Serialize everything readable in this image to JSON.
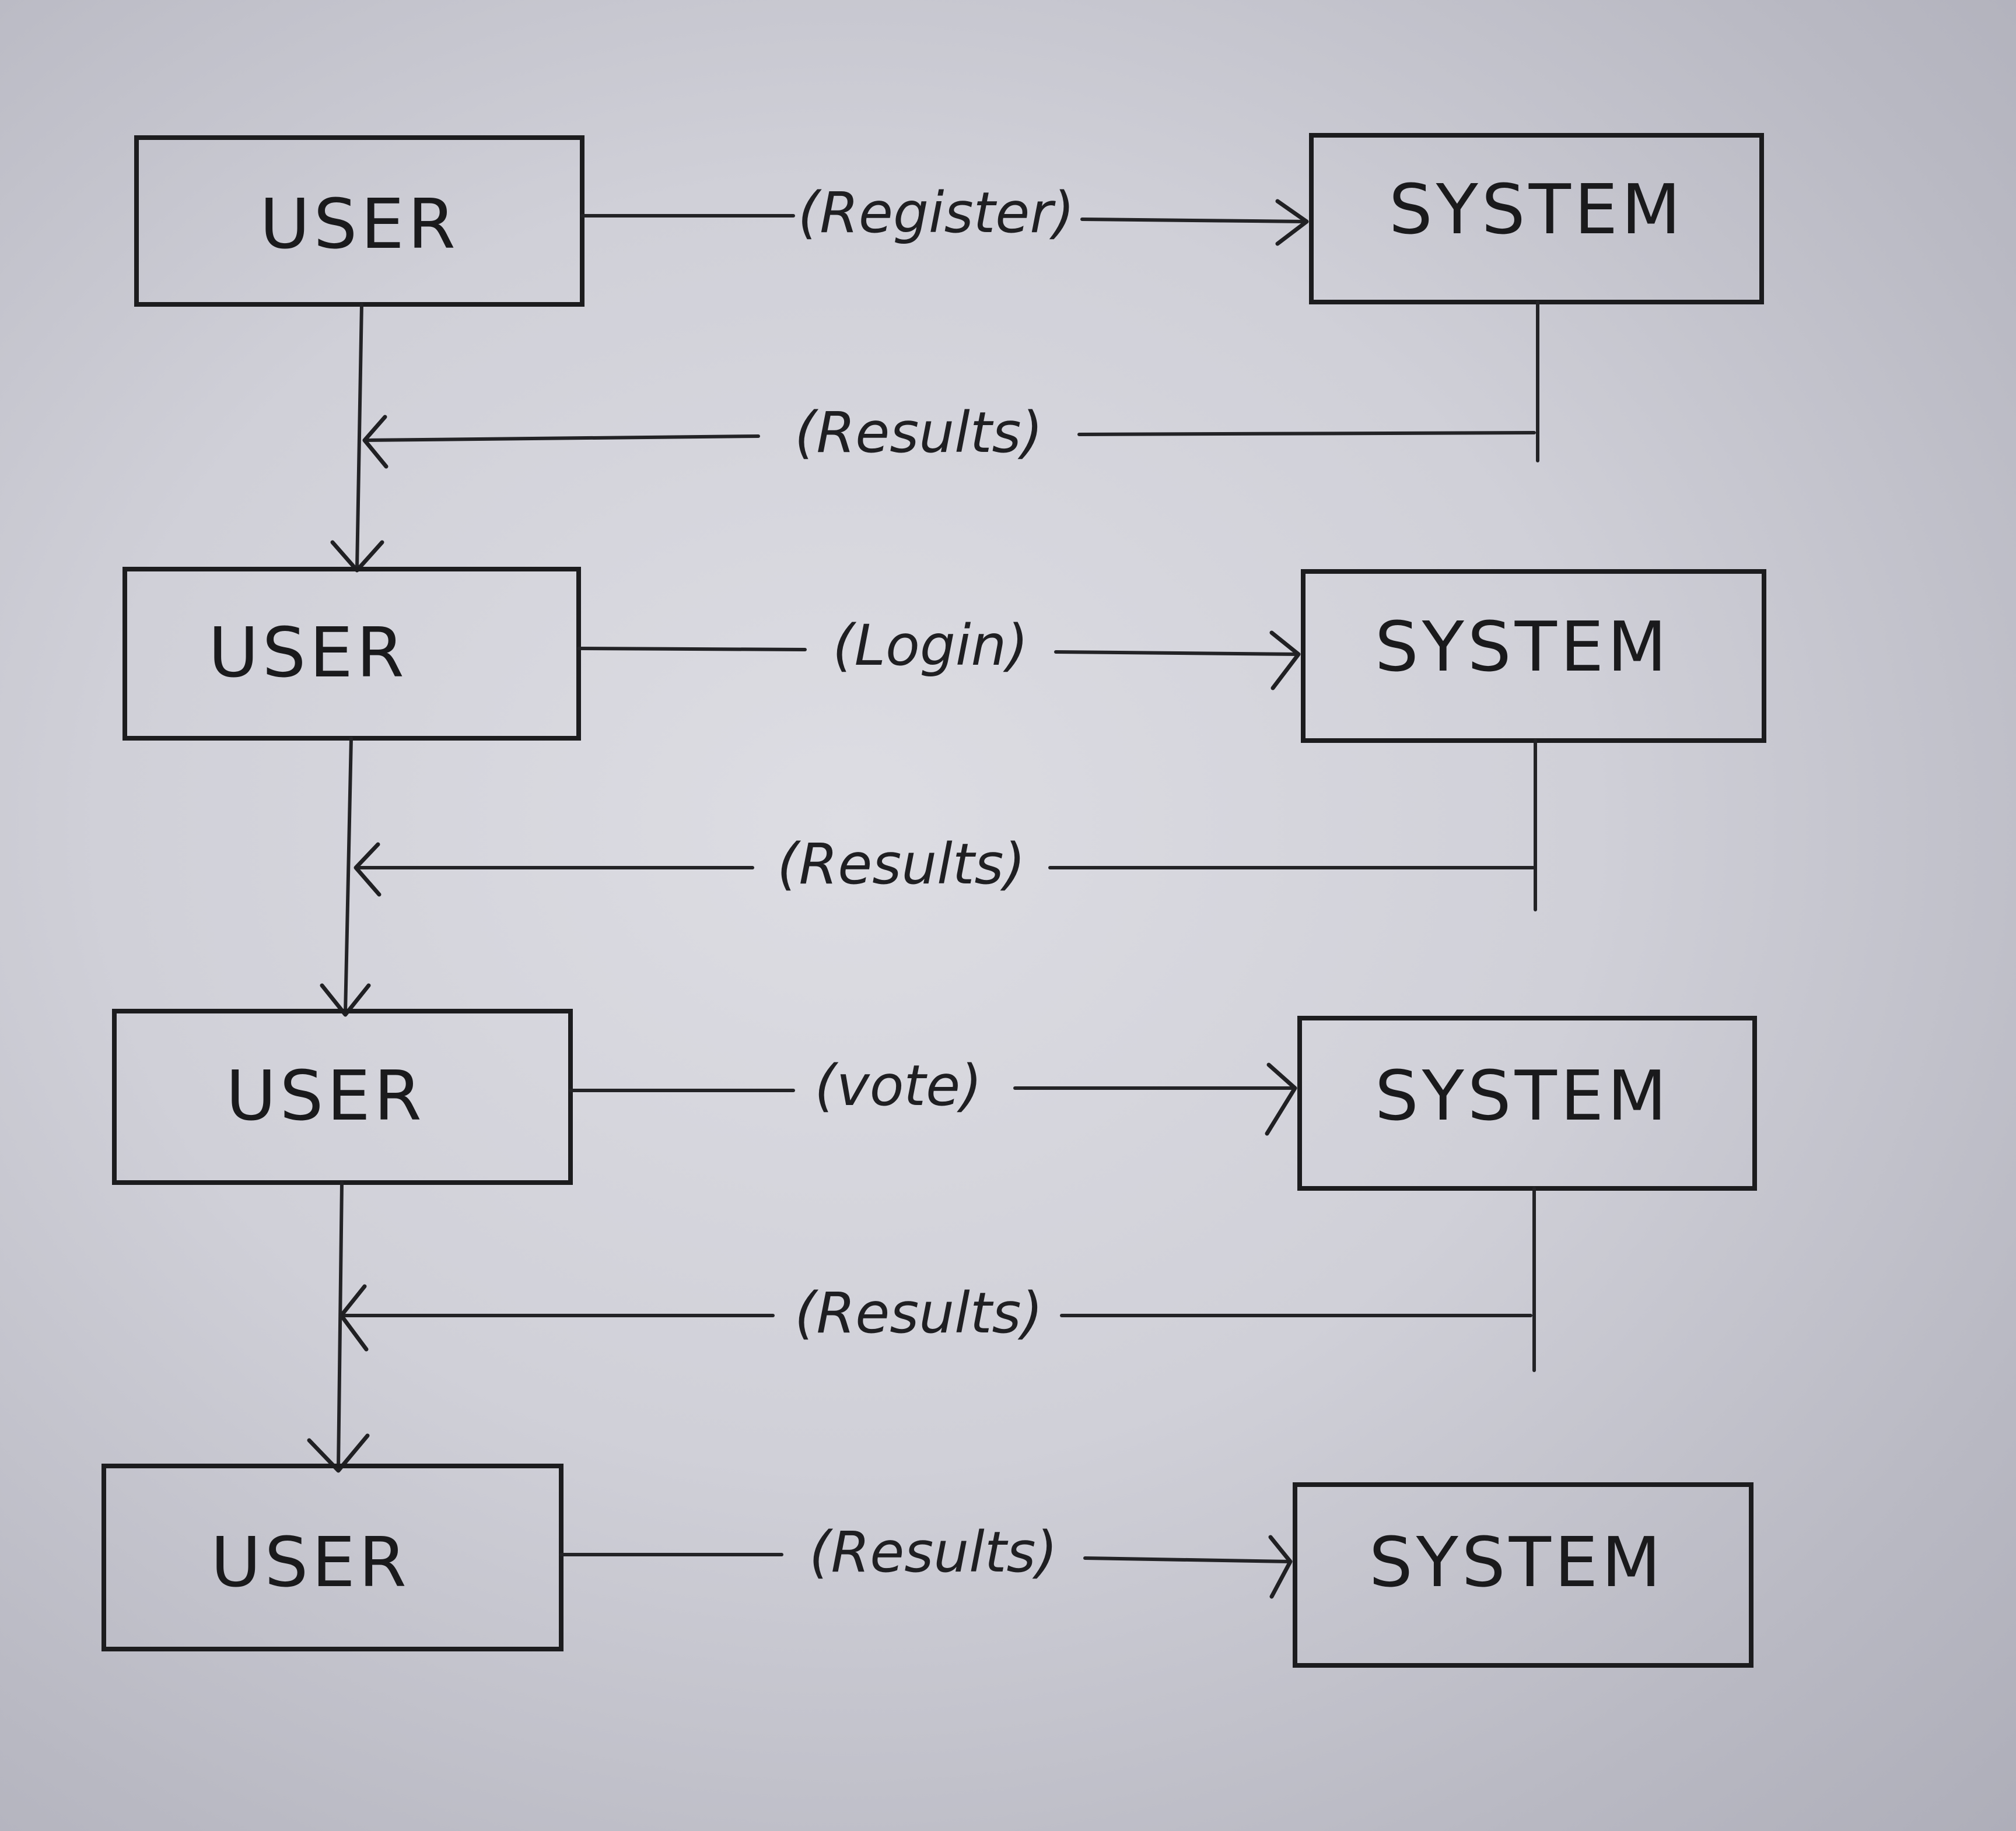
{
  "nodes": {
    "user_label": "USER",
    "system_label": "SYSTEM"
  },
  "rows": [
    {
      "request_label": "(Register)",
      "response_label": "(Results)"
    },
    {
      "request_label": "(Login)",
      "response_label": "(Results)"
    },
    {
      "request_label": "(vote)",
      "response_label": "(Results)"
    },
    {
      "request_label": "(Results)"
    }
  ],
  "colors": {
    "ink": "#1c1c1e",
    "paper": "#d4d4db"
  }
}
